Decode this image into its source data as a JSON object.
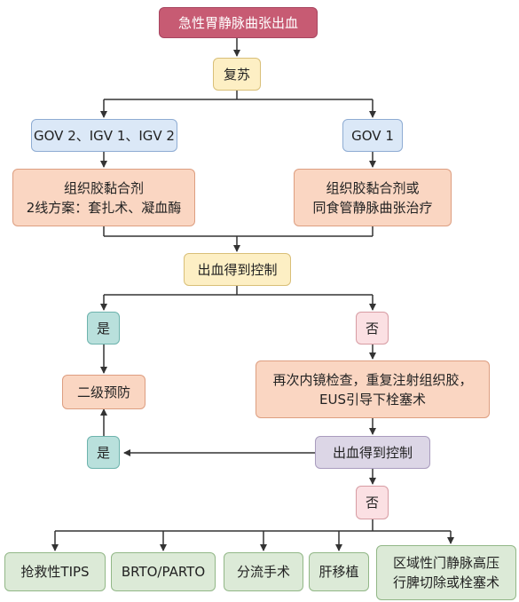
{
  "nodes": {
    "title": "急性胃静脉曲张出血",
    "resus": "复苏",
    "gov2": "GOV 2、IGV 1、IGV 2",
    "gov1": "GOV 1",
    "glue_left": [
      "组织胶黏合剂",
      "2线方案：套扎术、凝血酶"
    ],
    "glue_right": [
      "组织胶黏合剂或",
      "同食管静脉曲张治疗"
    ],
    "controlled1": "出血得到控制",
    "yes1": "是",
    "no1": "否",
    "secondary": "二级预防",
    "repeat": [
      "再次内镜检查，重复注射组织胶，",
      "EUS引导下栓塞术"
    ],
    "yes2": "是",
    "controlled2": "出血得到控制",
    "no2": "否",
    "tips": "抢救性TIPS",
    "brto": "BRTO/PARTO",
    "shunt": "分流手术",
    "liver": "肝移植",
    "regional": [
      "区域性门静脉高压",
      "行脾切除或栓塞术"
    ]
  }
}
